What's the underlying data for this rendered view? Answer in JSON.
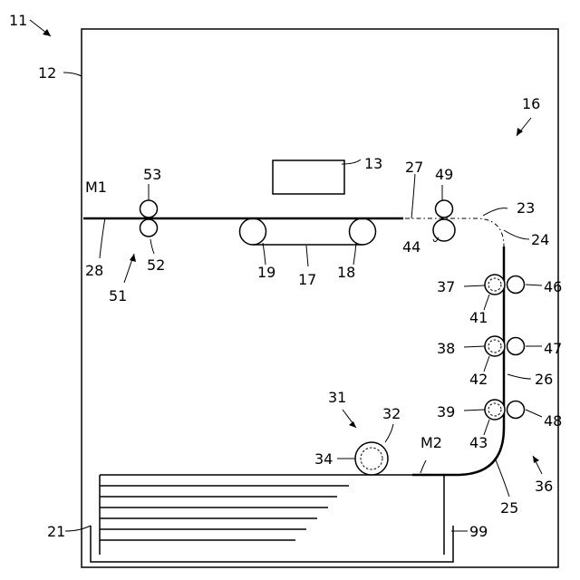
{
  "labels": {
    "apparatus": "11",
    "housing": "12",
    "head": "13",
    "unit": "16",
    "belt": "17",
    "roller_right": "18",
    "roller_left": "19",
    "tray": "21",
    "path_23": "23",
    "path_24": "24",
    "path_25": "25",
    "path_26": "26",
    "path_27": "27",
    "path_28": "28",
    "feeder": "31",
    "feed_roller": "32",
    "feed_roller_inner": "34",
    "reverser": "36",
    "roller_37": "37",
    "roller_38": "38",
    "roller_39": "39",
    "driven_41": "41",
    "driven_42": "42",
    "driven_43": "43",
    "roller_44": "44",
    "roller_46": "46",
    "roller_47": "47",
    "roller_48": "48",
    "roller_49": "49",
    "exit_unit": "51",
    "roller_52": "52",
    "roller_53": "53",
    "tray_wall": "99",
    "medium_1": "M1",
    "medium_2": "M2"
  }
}
